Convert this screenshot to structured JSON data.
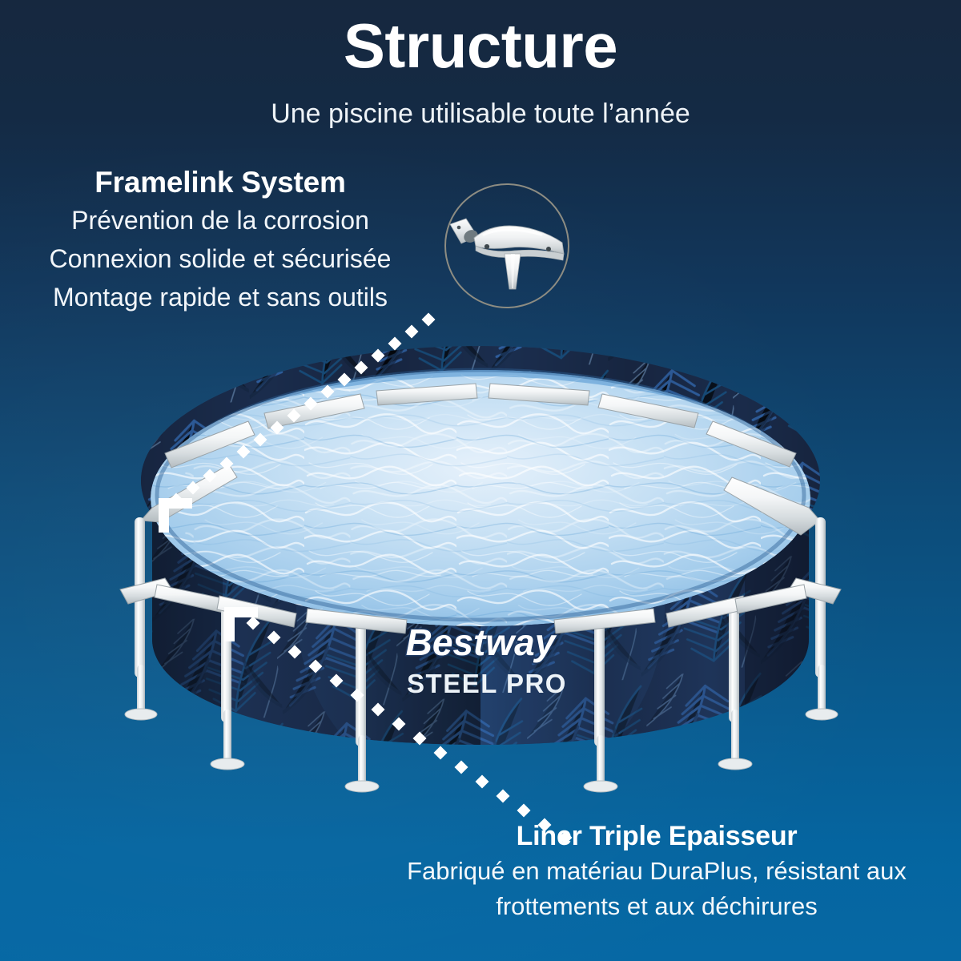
{
  "header": {
    "title": "Structure",
    "subtitle": "Une piscine utilisable toute l’année"
  },
  "callouts": {
    "framelink": {
      "title": "Framelink System",
      "lines": [
        "Prévention de la corrosion",
        "Connexion solide et sécurisée",
        "Montage rapide et sans outils"
      ],
      "inset_icon": "framelink-connector-photo",
      "leader_icon": "dotted-leader-line",
      "arrow_icon": "corner-arrow-icon"
    },
    "liner": {
      "title": "Liner Triple Epaisseur",
      "lines": [
        "Fabriqué en matériau DuraPlus, résistant aux",
        "frottements et aux déchirures"
      ],
      "leader_icon": "dotted-leader-line",
      "arrow_icon": "corner-arrow-icon"
    }
  },
  "product": {
    "brand": "Bestway",
    "model": "STEEL PRO",
    "image_name": "above-ground-steel-frame-pool"
  },
  "colors": {
    "bg_top": "#16283f",
    "bg_mid": "#0d4b78",
    "bg_bottom": "#0565a0",
    "text": "#ffffff",
    "frame_white": "#f2f4f5",
    "wall_dark": "#17233c",
    "wall_blue": "#2c5f9e",
    "water_light": "#cfe4f5",
    "water_mid": "#8fc0e6",
    "inset_ring": "#8d8c82"
  }
}
